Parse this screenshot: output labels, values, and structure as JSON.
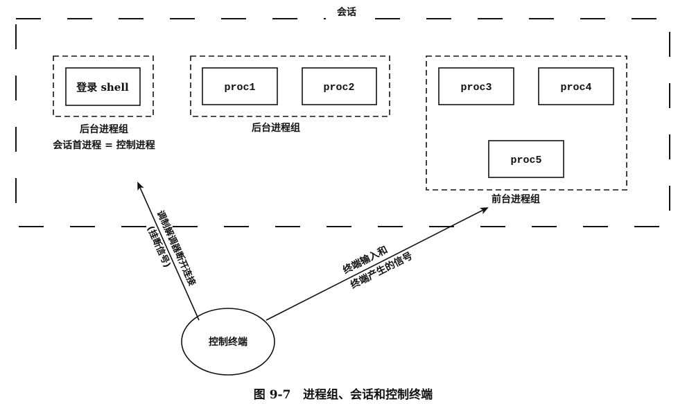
{
  "session": {
    "label": "会话"
  },
  "groups": [
    {
      "label": "后台进程组",
      "sublabel": "会话首进程 = 控制进程",
      "processes": [
        "登录 shell"
      ]
    },
    {
      "label": "后台进程组",
      "processes": [
        "proc1",
        "proc2"
      ]
    },
    {
      "label": "前台进程组",
      "processes": [
        "proc3",
        "proc4",
        "proc5"
      ]
    }
  ],
  "terminal": {
    "label": "控制终端"
  },
  "arrows": {
    "hangup": {
      "line1": "调制解调器断开连接",
      "line2": "(挂断信号)"
    },
    "input": {
      "line1": "终端输入和",
      "line2": "终端产生的信号"
    }
  },
  "caption": "图 9-7   进程组、会话和控制终端",
  "colors": {
    "ink": "#111111",
    "background": "#ffffff"
  }
}
